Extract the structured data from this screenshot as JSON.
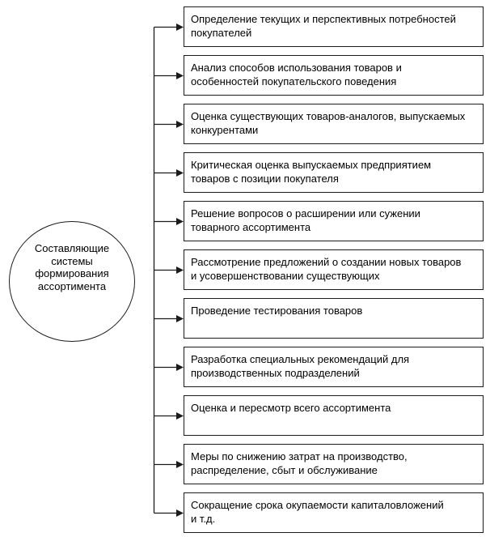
{
  "diagram": {
    "center_node": {
      "label": "Составляющие\nсистемы\nформирования\nассортимента"
    },
    "boxes": [
      {
        "label": "Определение текущих и перспективных потребностей\nпокупателей"
      },
      {
        "label": "Анализ способов использования товаров и\nособенностей покупательского поведения"
      },
      {
        "label": "Оценка существующих товаров-аналогов, выпускаемых\nконкурентами"
      },
      {
        "label": "Критическая оценка выпускаемых предприятием\nтоваров с позиции покупателя"
      },
      {
        "label": "Решение вопросов о расширении или сужении\nтоварного ассортимента"
      },
      {
        "label": "Рассмотрение предложений о создании новых товаров\nи усовершенствовании существующих"
      },
      {
        "label": "Проведение тестирования товаров"
      },
      {
        "label": "Разработка специальных рекомендаций для\nпроизводственных подразделений"
      },
      {
        "label": "Оценка и пересмотр всего ассортимента"
      },
      {
        "label": "Меры по снижению затрат на производство,\nраспределение, сбыт и обслуживание"
      },
      {
        "label": "Сокращение срока окупаемости капиталовложений\nи т.д."
      }
    ],
    "colors": {
      "line": "#1c1c1c",
      "background": "#ffffff",
      "box_fill": "#ffffff",
      "text": "#000000"
    }
  }
}
